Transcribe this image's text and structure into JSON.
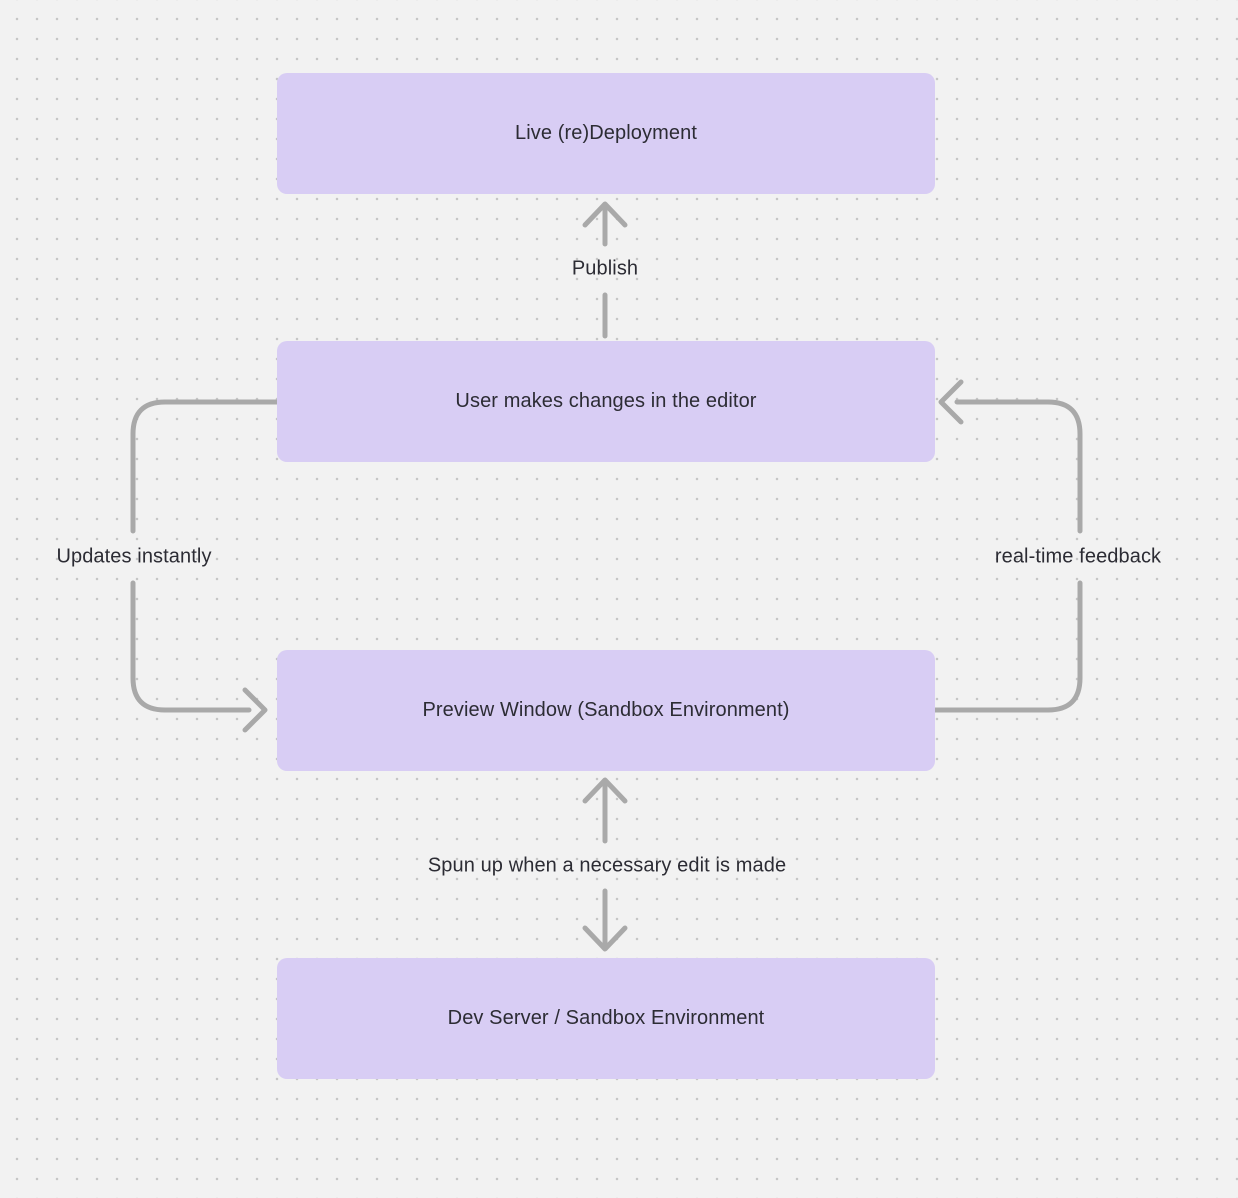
{
  "theme": {
    "canvas-bg": "#f2f2f2",
    "dot-color": "#c6c6c6",
    "node-fill": "#d8cdf4",
    "node-text": "#2c2c34",
    "arrow-color": "#a9a9a9",
    "label-text": "#2c2c34"
  },
  "diagram": {
    "type": "flowchart",
    "nodes": [
      {
        "id": "live-redeployment",
        "label": "Live (re)Deployment"
      },
      {
        "id": "user-editor-changes",
        "label": "User makes changes in the editor"
      },
      {
        "id": "preview-window",
        "label": "Preview Window (Sandbox Environment)"
      },
      {
        "id": "dev-server",
        "label": "Dev Server / Sandbox Environment"
      }
    ],
    "edges": [
      {
        "id": "publish",
        "label": "Publish",
        "from": "user-editor-changes",
        "to": "live-redeployment",
        "style": "straight-vertical",
        "direction": "up"
      },
      {
        "id": "updates-instantly",
        "label": "Updates instantly",
        "from": "user-editor-changes",
        "to": "preview-window",
        "style": "curved-left-side",
        "direction": "down"
      },
      {
        "id": "real-time-feedback",
        "label": "real-time feedback",
        "from": "preview-window",
        "to": "user-editor-changes",
        "style": "curved-right-side",
        "direction": "up"
      },
      {
        "id": "spun-up",
        "label": "Spun up when a necessary edit is made",
        "from": "preview-window",
        "to": "dev-server",
        "style": "straight-vertical",
        "direction": "both"
      }
    ]
  }
}
